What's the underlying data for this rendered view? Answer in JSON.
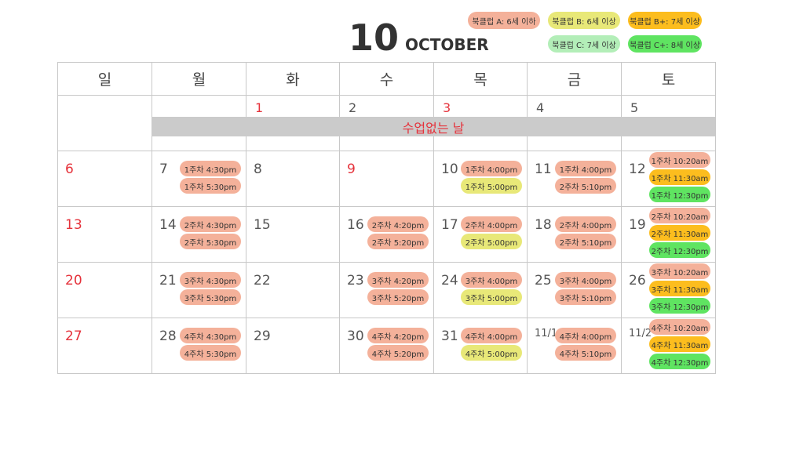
{
  "header": {
    "month_number": "10",
    "month_name": "OCTOBER"
  },
  "colors": {
    "a": "#f4b19a",
    "b": "#e8e878",
    "b_plus": "#fcbd1e",
    "c": "#b3eeb8",
    "c_plus": "#5fe461",
    "holiday_red": "#e5323b",
    "banner_gray": "#cbcbcb"
  },
  "legend": [
    {
      "label": "북클럽 A: 6세 이하",
      "color": "#f4b19a"
    },
    {
      "label": "북클럽 B: 6세 이상",
      "color": "#e8e878"
    },
    {
      "label": "북클럽 B+: 7세 이상",
      "color": "#fcbd1e"
    },
    {
      "label": "북클럽 C: 7세 이상",
      "color": "#b3eeb8"
    },
    {
      "label": "북클럽 C+: 8세 이상",
      "color": "#5fe461"
    }
  ],
  "weekdays": [
    "일",
    "월",
    "화",
    "수",
    "목",
    "금",
    "토"
  ],
  "banner": "수업없는 날",
  "weeks": [
    {
      "days": [
        {
          "num": "",
          "red": false,
          "pills": []
        },
        {
          "num": "",
          "red": false,
          "pills": []
        },
        {
          "num": "1",
          "red": true,
          "pills": []
        },
        {
          "num": "2",
          "red": false,
          "pills": []
        },
        {
          "num": "3",
          "red": true,
          "pills": []
        },
        {
          "num": "4",
          "red": false,
          "pills": []
        },
        {
          "num": "5",
          "red": false,
          "pills": []
        }
      ]
    },
    {
      "days": [
        {
          "num": "6",
          "red": true,
          "pills": []
        },
        {
          "num": "7",
          "red": false,
          "pills": [
            {
              "text": "1주차 4:30pm",
              "color": "#f4b19a"
            },
            {
              "text": "1주차 5:30pm",
              "color": "#f4b19a"
            }
          ]
        },
        {
          "num": "8",
          "red": false,
          "pills": []
        },
        {
          "num": "9",
          "red": true,
          "pills": []
        },
        {
          "num": "10",
          "red": false,
          "pills": [
            {
              "text": "1주차 4:00pm",
              "color": "#f4b19a"
            },
            {
              "text": "1주차 5:00pm",
              "color": "#e8e878"
            }
          ]
        },
        {
          "num": "11",
          "red": false,
          "pills": [
            {
              "text": "1주차 4:00pm",
              "color": "#f4b19a"
            },
            {
              "text": "2주차 5:10pm",
              "color": "#f4b19a"
            }
          ]
        },
        {
          "num": "12",
          "red": false,
          "pills": [
            {
              "text": "1주차 10:20am",
              "color": "#f4b19a"
            },
            {
              "text": "1주차 11:30am",
              "color": "#fcbd1e"
            },
            {
              "text": "1주차 12:30pm",
              "color": "#5fe461"
            }
          ]
        }
      ]
    },
    {
      "days": [
        {
          "num": "13",
          "red": true,
          "pills": []
        },
        {
          "num": "14",
          "red": false,
          "pills": [
            {
              "text": "2주차 4:30pm",
              "color": "#f4b19a"
            },
            {
              "text": "2주차 5:30pm",
              "color": "#f4b19a"
            }
          ]
        },
        {
          "num": "15",
          "red": false,
          "pills": []
        },
        {
          "num": "16",
          "red": false,
          "pills": [
            {
              "text": "2주차 4:20pm",
              "color": "#f4b19a"
            },
            {
              "text": "2주차 5:20pm",
              "color": "#f4b19a"
            }
          ]
        },
        {
          "num": "17",
          "red": false,
          "pills": [
            {
              "text": "2주차 4:00pm",
              "color": "#f4b19a"
            },
            {
              "text": "2주차 5:00pm",
              "color": "#e8e878"
            }
          ]
        },
        {
          "num": "18",
          "red": false,
          "pills": [
            {
              "text": "2주차 4:00pm",
              "color": "#f4b19a"
            },
            {
              "text": "2주차 5:10pm",
              "color": "#f4b19a"
            }
          ]
        },
        {
          "num": "19",
          "red": false,
          "pills": [
            {
              "text": "2주차 10:20am",
              "color": "#f4b19a"
            },
            {
              "text": "2주차 11:30am",
              "color": "#fcbd1e"
            },
            {
              "text": "2주차 12:30pm",
              "color": "#5fe461"
            }
          ]
        }
      ]
    },
    {
      "days": [
        {
          "num": "20",
          "red": true,
          "pills": []
        },
        {
          "num": "21",
          "red": false,
          "pills": [
            {
              "text": "3주차 4:30pm",
              "color": "#f4b19a"
            },
            {
              "text": "3주차 5:30pm",
              "color": "#f4b19a"
            }
          ]
        },
        {
          "num": "22",
          "red": false,
          "pills": []
        },
        {
          "num": "23",
          "red": false,
          "pills": [
            {
              "text": "3주차 4:20pm",
              "color": "#f4b19a"
            },
            {
              "text": "3주차 5:20pm",
              "color": "#f4b19a"
            }
          ]
        },
        {
          "num": "24",
          "red": false,
          "pills": [
            {
              "text": "3주차 4:00pm",
              "color": "#f4b19a"
            },
            {
              "text": "3주차 5:00pm",
              "color": "#e8e878"
            }
          ]
        },
        {
          "num": "25",
          "red": false,
          "pills": [
            {
              "text": "3주차 4:00pm",
              "color": "#f4b19a"
            },
            {
              "text": "3주차 5:10pm",
              "color": "#f4b19a"
            }
          ]
        },
        {
          "num": "26",
          "red": false,
          "pills": [
            {
              "text": "3주차 10:20am",
              "color": "#f4b19a"
            },
            {
              "text": "3주차 11:30am",
              "color": "#fcbd1e"
            },
            {
              "text": "3주차 12:30pm",
              "color": "#5fe461"
            }
          ]
        }
      ]
    },
    {
      "days": [
        {
          "num": "27",
          "red": true,
          "pills": []
        },
        {
          "num": "28",
          "red": false,
          "pills": [
            {
              "text": "4주차 4:30pm",
              "color": "#f4b19a"
            },
            {
              "text": "4주차 5:30pm",
              "color": "#f4b19a"
            }
          ]
        },
        {
          "num": "29",
          "red": false,
          "pills": []
        },
        {
          "num": "30",
          "red": false,
          "pills": [
            {
              "text": "4주차 4:20pm",
              "color": "#f4b19a"
            },
            {
              "text": "4주차 5:20pm",
              "color": "#f4b19a"
            }
          ]
        },
        {
          "num": "31",
          "red": false,
          "pills": [
            {
              "text": "4주차 4:00pm",
              "color": "#f4b19a"
            },
            {
              "text": "4주차 5:00pm",
              "color": "#e8e878"
            }
          ]
        },
        {
          "num": "11/1",
          "red": false,
          "pills": [
            {
              "text": "4주차 4:00pm",
              "color": "#f4b19a"
            },
            {
              "text": "4주차 5:10pm",
              "color": "#f4b19a"
            }
          ]
        },
        {
          "num": "11/2",
          "red": false,
          "pills": [
            {
              "text": "4주차 10:20am",
              "color": "#f4b19a"
            },
            {
              "text": "4주차 11:30am",
              "color": "#fcbd1e"
            },
            {
              "text": "4주차 12:30pm",
              "color": "#5fe461"
            }
          ]
        }
      ]
    }
  ]
}
